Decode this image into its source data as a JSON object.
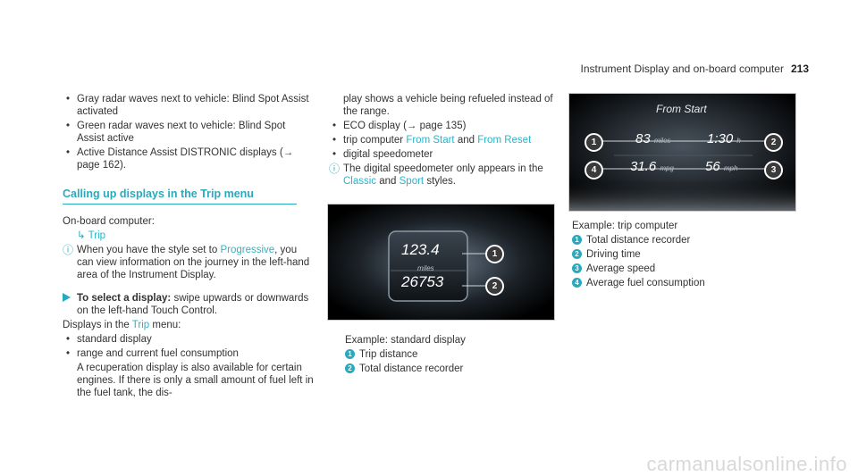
{
  "header": {
    "title": "Instrument Display and on-board computer",
    "page": "213"
  },
  "col1": {
    "bullets": [
      "Gray radar waves next to vehicle: Blind Spot Assist activated",
      "Green radar waves next to vehicle: Blind Spot Assist active",
      "Active Distance Assist DISTRONIC displays (→ page 162)."
    ],
    "section_title": "Calling up displays in the Trip menu",
    "onboard": "On-board computer:",
    "trip_link": "Trip",
    "note_pre": "When you have the style set to ",
    "note_link": "Progressive",
    "note_post": ", you can view information on the journey in the left-hand area of the Instrument Display.",
    "step_bold": "To select a display:",
    "step_text": " swipe upwards or downwards on the left-hand Touch Control.",
    "displays_pre": "Displays in the ",
    "displays_link": "Trip",
    "displays_post": " menu:",
    "menu": [
      "standard display",
      "range and current fuel consumption"
    ],
    "recup": "A recuperation display is also available for certain engines. If there is only a small amount of fuel left in the fuel tank, the dis-"
  },
  "col2": {
    "cont": "play shows a vehicle being refueled instead of the range.",
    "eco": "ECO display (→ page 135)",
    "trip_pre": "trip computer ",
    "trip_link1": "From Start",
    "trip_mid": " and ",
    "trip_link2": "From Reset",
    "digital": "digital speedometer",
    "note_pre": "The digital speedometer only appears in the ",
    "note_link1": "Classic",
    "note_mid": " and ",
    "note_link2": "Sport",
    "note_post": " styles.",
    "fig": {
      "value1": "123.4",
      "unit": "miles",
      "value2": "26753",
      "c1": "1",
      "c2": "2"
    },
    "caption": "Example: standard display",
    "legend": [
      {
        "n": "1",
        "text": "Trip distance"
      },
      {
        "n": "2",
        "text": "Total distance recorder"
      }
    ]
  },
  "col3": {
    "fig": {
      "title": "From Start",
      "dist": "83",
      "dist_unit": "miles",
      "time": "1:30",
      "time_unit": "h",
      "fuel": "31.6",
      "fuel_unit": "mpg",
      "speed": "56",
      "speed_unit": "mph",
      "c1": "1",
      "c2": "2",
      "c3": "3",
      "c4": "4"
    },
    "caption": "Example: trip computer",
    "legend": [
      {
        "n": "1",
        "text": "Total distance recorder"
      },
      {
        "n": "2",
        "text": "Driving time"
      },
      {
        "n": "3",
        "text": "Average speed"
      },
      {
        "n": "4",
        "text": "Average fuel consumption"
      }
    ]
  },
  "watermark": "carmanualsonline.info"
}
